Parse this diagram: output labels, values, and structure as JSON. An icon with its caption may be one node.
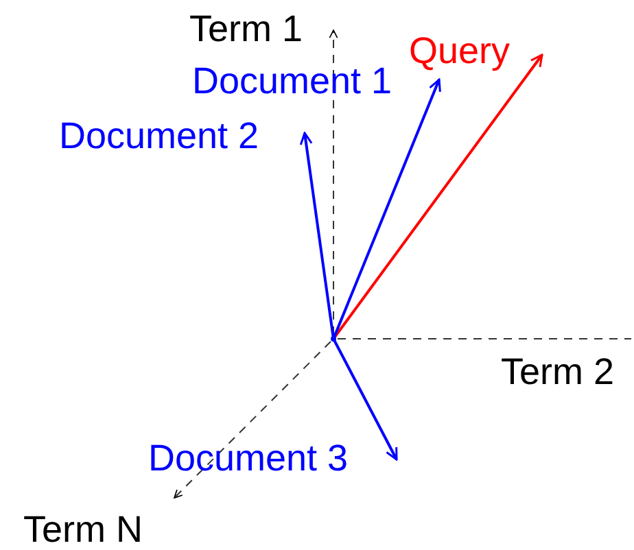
{
  "diagram": {
    "nodes": [
      {
        "text": [
          "Query"
        ]
      },
      {
        "text": [
          "Document 1"
        ]
      },
      {
        "text": [
          "Document 2"
        ]
      },
      {
        "text": [
          "Document 3"
        ]
      },
      {
        "text": [],
        "shape": "point"
      }
    ],
    "edges": [
      {
        "from": 4,
        "to": 0,
        "arrow": "to",
        "color": "#ff0000"
      },
      {
        "from": 4,
        "to": 1,
        "arrow": "to"
      },
      {
        "from": 4,
        "to": 2,
        "arrow": "to"
      },
      {
        "from": 4,
        "to": 3,
        "arrow": "to"
      }
    ],
    "labels": [
      "Term 1",
      "Term 2",
      "Term N"
    ]
  }
}
